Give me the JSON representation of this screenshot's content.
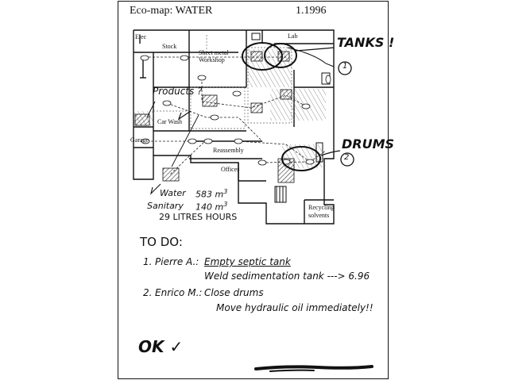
{
  "header": {
    "title": "Eco-map:  WATER",
    "date": "1.1996"
  },
  "rooms": {
    "elec": "Elec",
    "stock": "Stock",
    "sheet_metal_1": "Sheet metal",
    "sheet_metal_2": "Workshop",
    "lab": "Lab",
    "car_wash": "Car Wash",
    "garage": "Garage",
    "reassembly": "Reassembly",
    "offices": "Offices",
    "recycling_1": "Recycling",
    "recycling_2": "solvents"
  },
  "annotations": {
    "tanks": "TANKS !",
    "tanks_num": "1",
    "drums": "DRUMS",
    "drums_num": "2",
    "products": "Products ?"
  },
  "consumption": {
    "water_label": "Water",
    "water_value": "583 m",
    "water_exp": "3",
    "sanitary_label": "Sanitary",
    "sanitary_value": "140 m",
    "sanitary_exp": "3",
    "litres": "29   LITRES HOURS"
  },
  "todo": {
    "title": "TO DO:",
    "item1_num": "1.",
    "item1_person": "Pierre A.:",
    "item1_task1": "Empty septic tank",
    "item1_task2": "Weld sedimentation tank  ---> 6.96",
    "item2_num": "2.",
    "item2_person": "Enrico M.:",
    "item2_task1": "Close drums",
    "item2_task2": "Move hydraulic oil immediately!!"
  },
  "signoff": {
    "ok": "OK ✓"
  }
}
